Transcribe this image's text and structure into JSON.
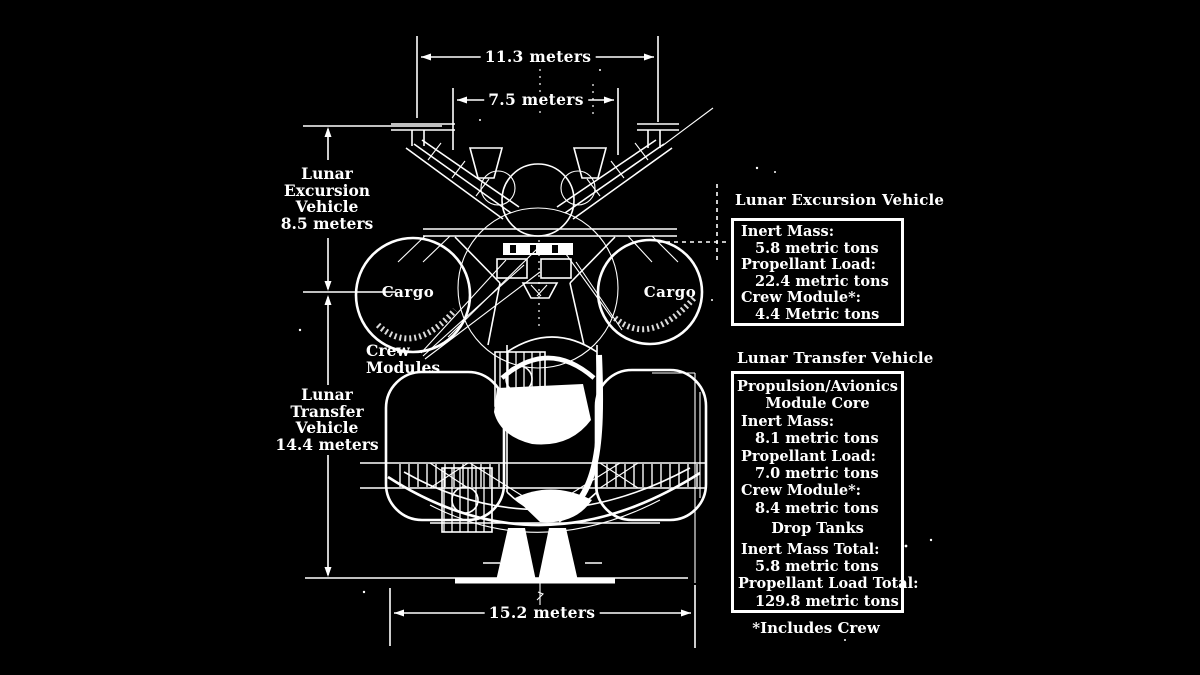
{
  "colors": {
    "background": "#000000",
    "ink": "#ffffff"
  },
  "diagram": {
    "dimensions": {
      "top_outer": "11.3 meters",
      "top_inner": "7.5 meters",
      "bottom": "15.2 meters",
      "lev_height": "Lunar\nExcursion\nVehicle\n8.5 meters",
      "ltv_height": "Lunar\nTransfer\nVehicle\n14.4 meters"
    },
    "labels": {
      "cargo_left": "Cargo",
      "cargo_right": "Cargo",
      "crew_modules": "Crew\nModules"
    },
    "panels": {
      "lev": {
        "title": "Lunar Excursion Vehicle",
        "rows": [
          "Inert Mass:",
          "5.8 metric tons",
          "Propellant Load:",
          "22.4 metric tons",
          "Crew Module*:",
          "4.4 Metric tons"
        ]
      },
      "ltv": {
        "title": "Lunar Transfer Vehicle",
        "rows": [
          "Propulsion/Avionics",
          "Module Core",
          "Inert Mass:",
          "8.1 metric tons",
          "Propellant Load:",
          "7.0 metric tons",
          "Crew Module*:",
          "8.4 metric tons",
          "Drop Tanks",
          "Inert Mass Total:",
          "5.8 metric tons",
          "Propellant Load Total:",
          "129.8 metric tons"
        ]
      },
      "footnote": "*Includes Crew"
    }
  }
}
